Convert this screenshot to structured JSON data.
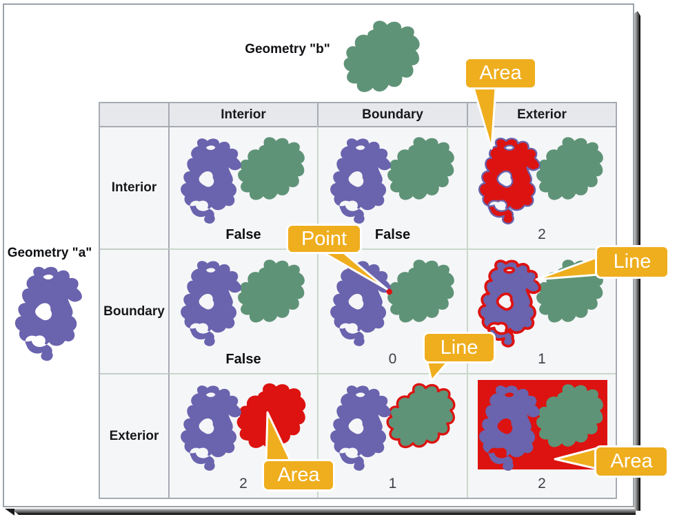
{
  "figure": {
    "geometry_a_label": "Geometry \"a\"",
    "geometry_b_label": "Geometry \"b\""
  },
  "colors": {
    "geometry_a_purple": "#6A63AE",
    "geometry_b_green": "#5F9377",
    "highlight_red": "#DC1310",
    "callout_yellow": "#EFAE1E",
    "header_bg": "#E6E8EC",
    "cell_bg": "#F5F6F8",
    "grid_line_green": "#C9D8CB",
    "grid_line_gray": "#A6ABB1"
  },
  "matrix": {
    "column_headers": [
      "Interior",
      "Boundary",
      "Exterior"
    ],
    "row_headers": [
      "Interior",
      "Boundary",
      "Exterior"
    ],
    "cells": [
      {
        "row": "Interior",
        "col": "Interior",
        "value": "False",
        "highlight": "none"
      },
      {
        "row": "Interior",
        "col": "Boundary",
        "value": "False",
        "highlight": "none"
      },
      {
        "row": "Interior",
        "col": "Exterior",
        "value": "2",
        "highlight": "a-area"
      },
      {
        "row": "Boundary",
        "col": "Interior",
        "value": "False",
        "highlight": "none"
      },
      {
        "row": "Boundary",
        "col": "Boundary",
        "value": "0",
        "highlight": "point"
      },
      {
        "row": "Boundary",
        "col": "Exterior",
        "value": "1",
        "highlight": "a-line"
      },
      {
        "row": "Exterior",
        "col": "Interior",
        "value": "2",
        "highlight": "b-area"
      },
      {
        "row": "Exterior",
        "col": "Boundary",
        "value": "1",
        "highlight": "b-line"
      },
      {
        "row": "Exterior",
        "col": "Exterior",
        "value": "2",
        "highlight": "exterior-area"
      }
    ]
  },
  "callouts": {
    "area_top": {
      "label": "Area"
    },
    "point": {
      "label": "Point"
    },
    "line_right": {
      "label": "Line"
    },
    "line_mid": {
      "label": "Line"
    },
    "area_bottom_left": {
      "label": "Area"
    },
    "area_bottom_right": {
      "label": "Area"
    }
  }
}
